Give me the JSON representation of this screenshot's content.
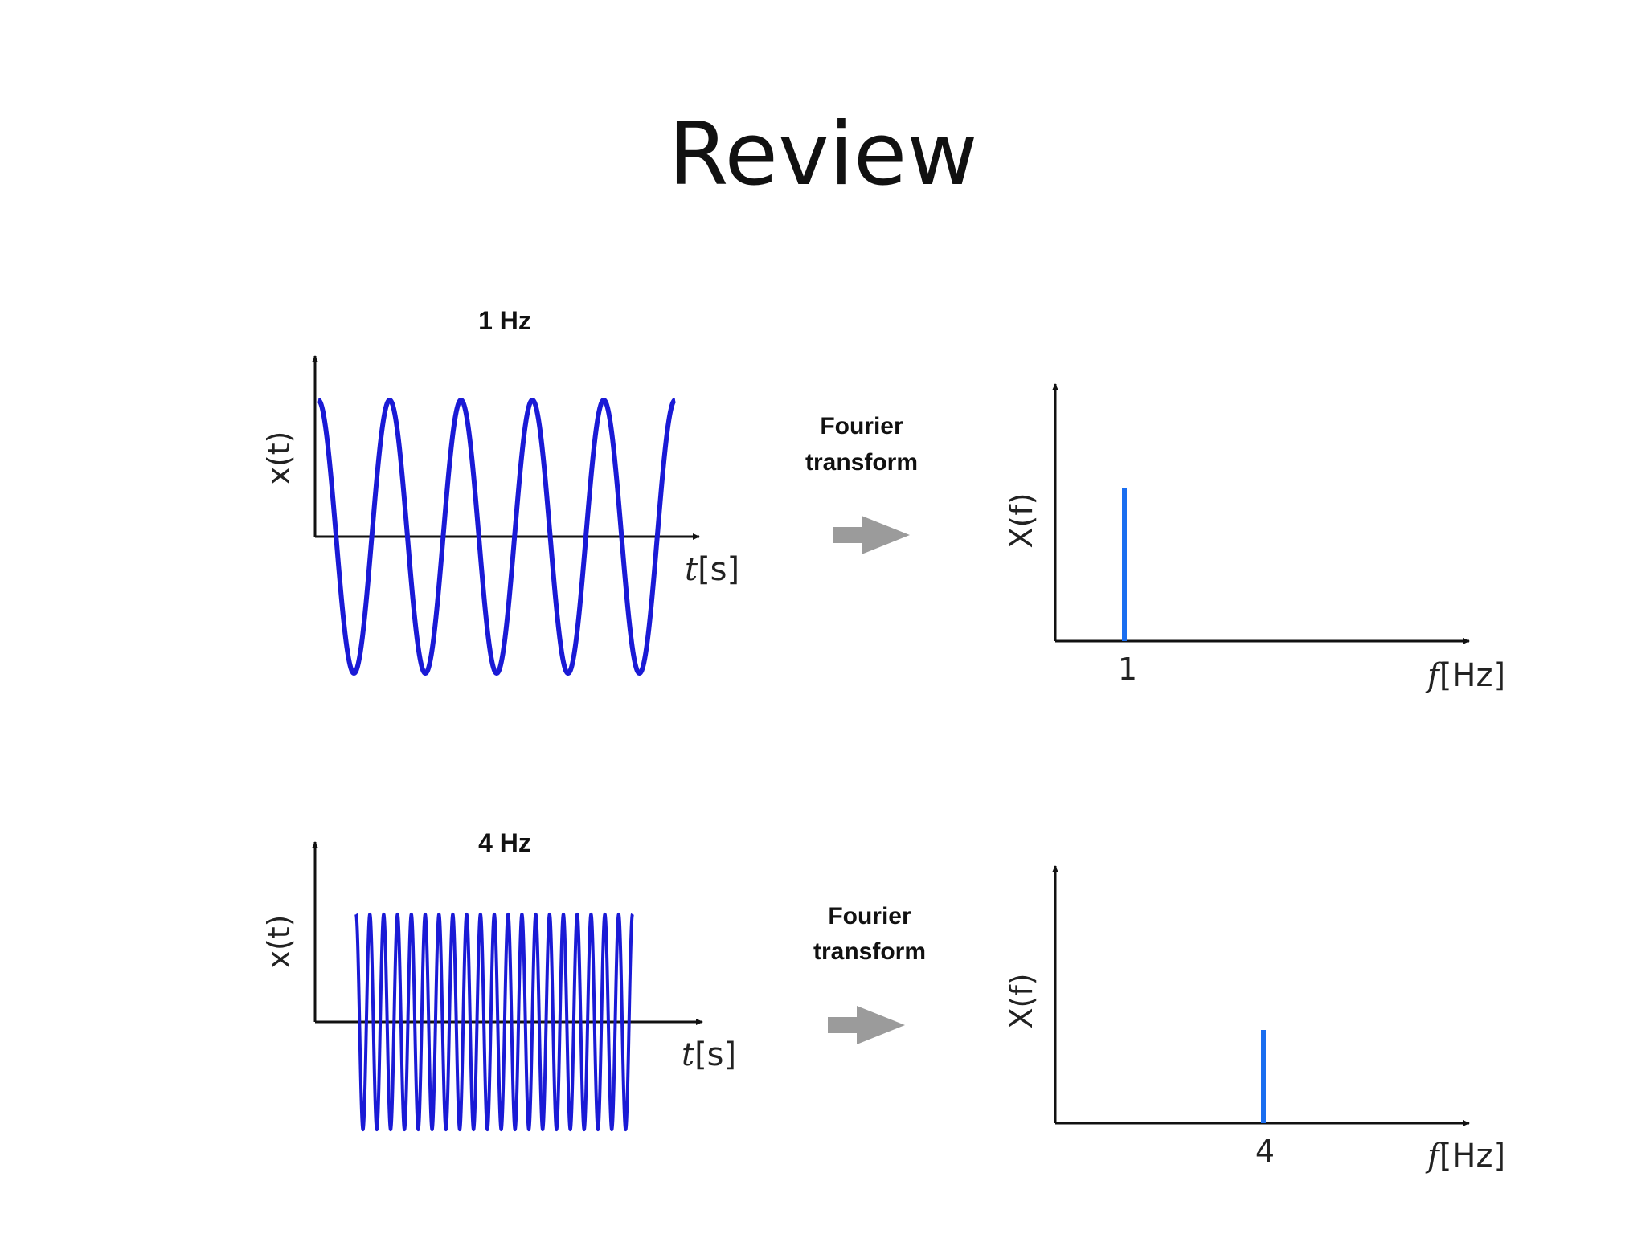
{
  "slide_title": "Review",
  "colors": {
    "signal": "#1a1ad6",
    "spectrum": "#1a6ef0",
    "axis": "#111111",
    "arrow": "#9b9b9b"
  },
  "rows": [
    {
      "time_title": "1 Hz",
      "time_ylabel": "x(t)",
      "time_xlabel_var": "t",
      "time_xlabel_unit": "[s]",
      "transform_label_line1": "Fourier",
      "transform_label_line2": "transform",
      "freq_ylabel": "X(f)",
      "freq_xlabel_var": "f",
      "freq_xlabel_unit": "[Hz]",
      "freq_tick": "1"
    },
    {
      "time_title": "4 Hz",
      "time_ylabel": "x(t)",
      "time_xlabel_var": "t",
      "time_xlabel_unit": "[s]",
      "transform_label_line1": "Fourier",
      "transform_label_line2": "transform",
      "freq_ylabel": "X(f)",
      "freq_xlabel_var": "f",
      "freq_xlabel_unit": "[Hz]",
      "freq_tick": "4"
    }
  ],
  "chart_data": [
    {
      "type": "line",
      "title": "1 Hz",
      "xlabel": "t[s]",
      "ylabel": "x(t)",
      "frequency_hz": 1,
      "cycles_shown": 5
    },
    {
      "type": "bar",
      "xlabel": "f[Hz]",
      "ylabel": "X(f)",
      "x": [
        1
      ],
      "values": [
        1
      ]
    },
    {
      "type": "line",
      "title": "4 Hz",
      "xlabel": "t[s]",
      "ylabel": "x(t)",
      "frequency_hz": 4,
      "cycles_shown": 20
    },
    {
      "type": "bar",
      "xlabel": "f[Hz]",
      "ylabel": "X(f)",
      "x": [
        4
      ],
      "values": [
        0.6
      ]
    }
  ]
}
